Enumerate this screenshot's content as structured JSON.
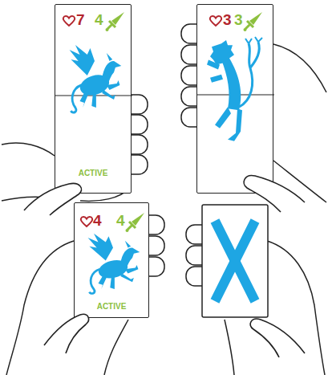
{
  "diagram": {
    "nodes": [
      {
        "text": [
          "7",
          "4",
          "ACTIVE"
        ]
      },
      {
        "text": [
          "3",
          "3"
        ]
      },
      {
        "text": [
          "4",
          "4",
          "ACTIVE"
        ]
      }
    ]
  }
}
